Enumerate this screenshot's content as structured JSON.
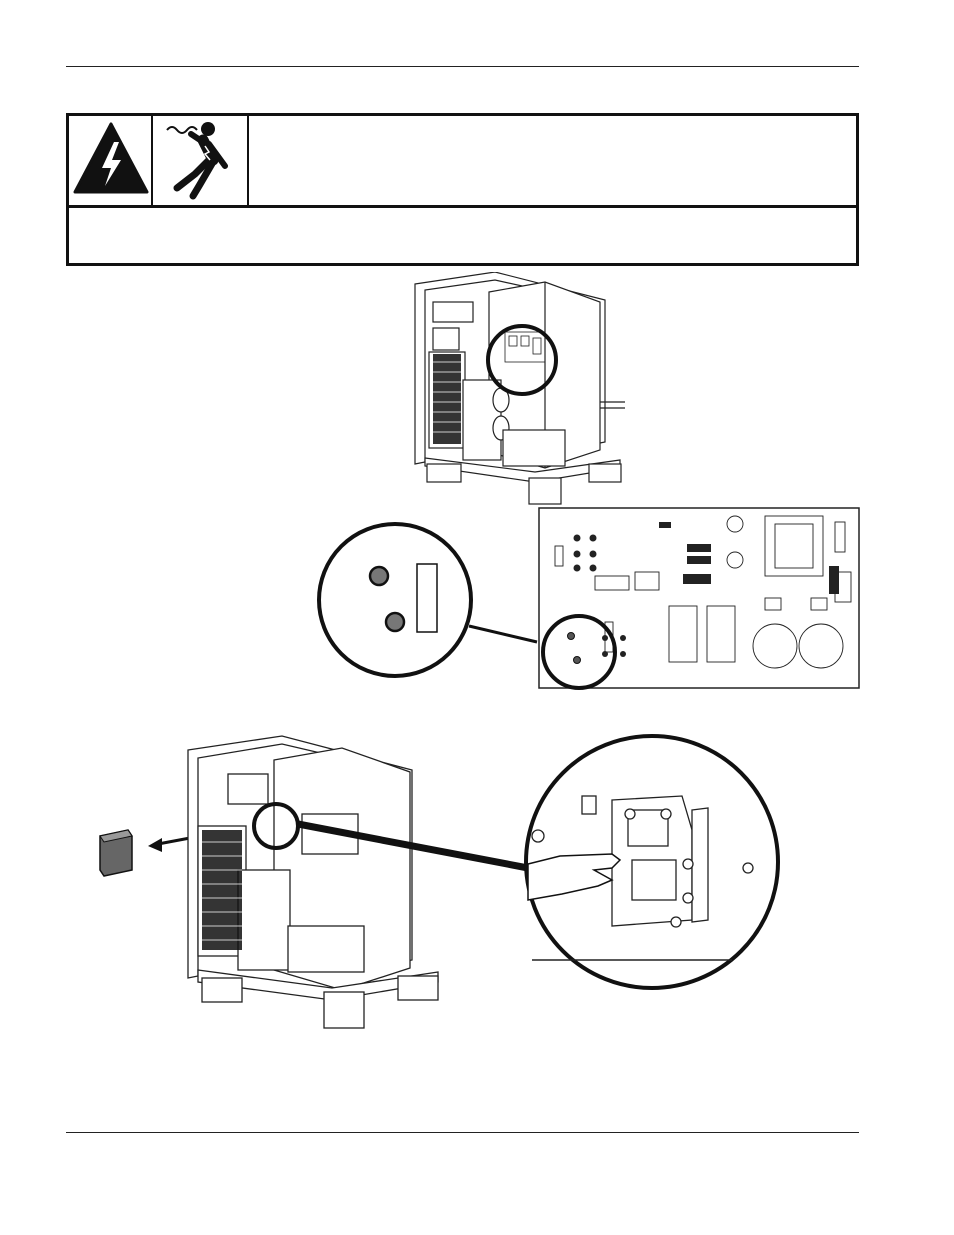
{
  "page": {
    "header_rule": true,
    "footer_rule": true
  },
  "warning": {
    "icons": [
      "electric-shock-triangle-icon",
      "electrocution-person-icon"
    ],
    "text_top": "",
    "text_bottom": ""
  },
  "figures": {
    "power_supply_overview": {
      "highlight": "control-board-circle"
    },
    "control_board_detail": {
      "highlight": "test-points-circle"
    },
    "component_removal": {
      "highlight": "terminal-block-circle",
      "removed_part": "cover-box"
    }
  }
}
